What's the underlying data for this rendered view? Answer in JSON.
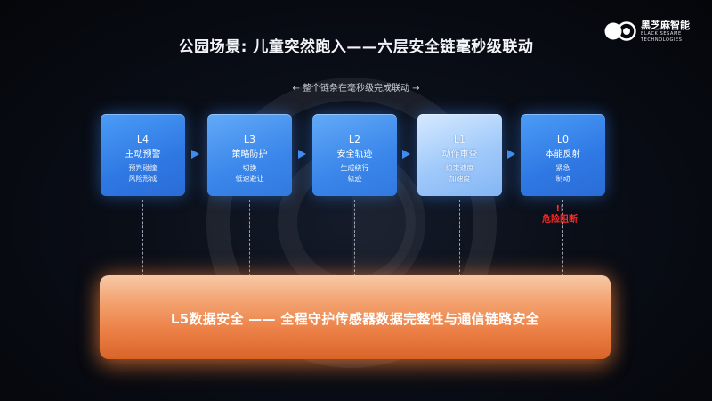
{
  "header": {
    "title": "公园场景: 儿童突然跑入——六层安全链毫秒级联动",
    "subtitle": "← 整个链条在毫秒级完成联动 →"
  },
  "logo": {
    "cn": "黑芝麻智能",
    "en_1": "BLACK SESAME",
    "en_2": "TECHNOLOGIES"
  },
  "layers": [
    {
      "level": "L4",
      "name": "主动预警",
      "desc": "预判碰撞\n风险形成",
      "style": "dark"
    },
    {
      "level": "L3",
      "name": "策略防护",
      "desc": "切换\n低速避让",
      "style": "mid"
    },
    {
      "level": "L2",
      "name": "安全轨迹",
      "desc": "生成绕行\n轨迹",
      "style": "mid"
    },
    {
      "level": "L1",
      "name": "动作审查",
      "desc": "约束速度\n加速度",
      "style": "light"
    },
    {
      "level": "L0",
      "name": "本能反射",
      "desc": "紧急\n制动",
      "style": "dark"
    }
  ],
  "alert": {
    "mark": "!!",
    "text": "危险阻断",
    "color": "#ff2a2a"
  },
  "base": {
    "text": "L5数据安全 —— 全程守护传感器数据完整性与通信链路安全"
  },
  "colors": {
    "accent_blue": "#3f8cf0",
    "base_orange": "#ec8147"
  }
}
